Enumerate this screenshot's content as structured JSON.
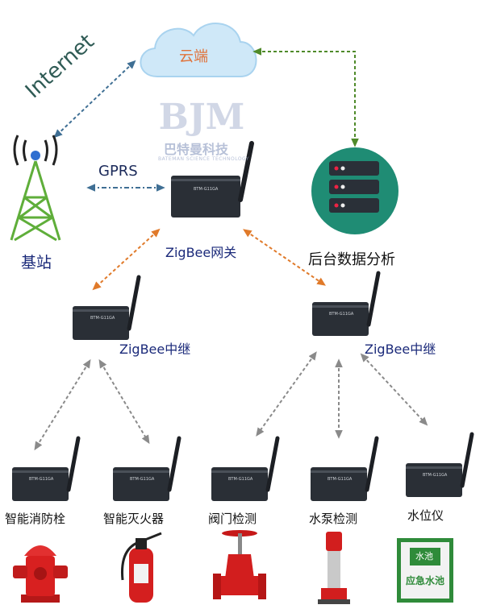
{
  "cloud_label": "云端",
  "internet_label": "Internet",
  "gprs_label": "GPRS",
  "watermark": {
    "line1": "巴特曼科技",
    "line2": "BATEMAN SCIENCE TECHNOLOGY"
  },
  "base_station_label": "基站",
  "gateway": {
    "label": "ZigBee网关",
    "model": "BTM-G11GA"
  },
  "backend_label": "后台数据分析",
  "relays": [
    {
      "label": "ZigBee中继",
      "model": "BTM-G11GA"
    },
    {
      "label": "ZigBee中继",
      "model": "BTM-G11GA"
    }
  ],
  "endpoints": [
    {
      "label": "智能消防栓",
      "model": "BTM-G11GA"
    },
    {
      "label": "智能灭火器",
      "model": "BTM-G11GA"
    },
    {
      "label": "阀门检测",
      "model": "BTM-G11GA"
    },
    {
      "label": "水泵检测",
      "model": "BTM-G11GA"
    },
    {
      "label": "水位仪",
      "model": "BTM-G11GA"
    }
  ],
  "tank_sign": {
    "top": "水池",
    "bottom": "应急水池"
  },
  "colors": {
    "cloud": "#cfe8f8",
    "cloud_text": "#e0723a",
    "internet_link": "#3f6f94",
    "gprs_link": "#3f6f94",
    "backend_link": "#4f8a2a",
    "zigbee_link": "#e07a2a",
    "relay_link": "#8a8a8a",
    "tower": "#5fae3a",
    "server_bg": "#1f8c74",
    "device": "#2a2f36"
  }
}
